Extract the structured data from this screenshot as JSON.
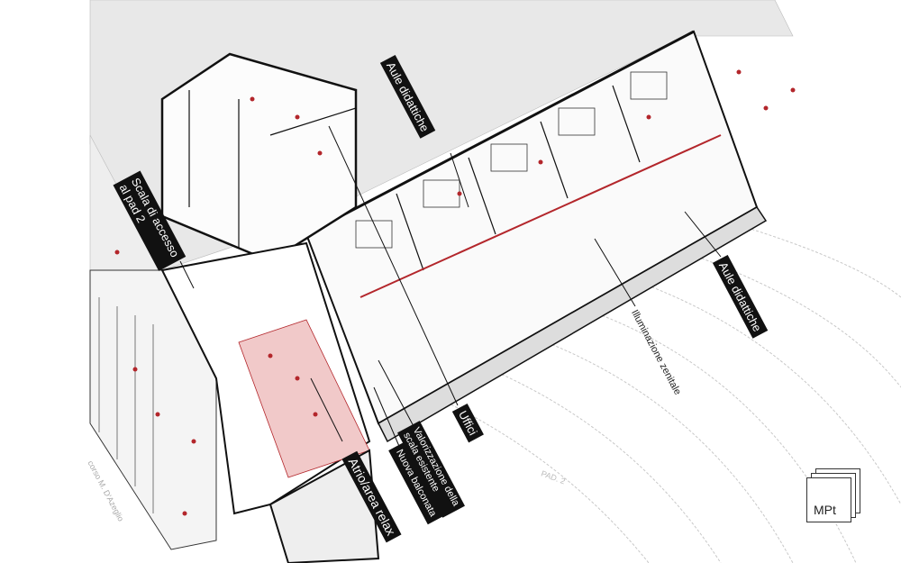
{
  "labels": {
    "aule_top": "Aule didattiche",
    "scala_line1": "Scala di accesso",
    "scala_line2": "al pad 2",
    "aule_right": "Aule didattiche",
    "illuminazione": "Illuminazione zenitale",
    "uffici": "Uffici",
    "valorizzazione_line1": "Valorizzazione della",
    "valorizzazione_line2": "scala esistente",
    "balconata": "Nuova balconata",
    "atrio": "Atrio/area relax"
  },
  "map_text": {
    "street": "corso M. D'Azeglio",
    "pad": "PAD. 2"
  },
  "logo": {
    "text": "MPt"
  },
  "colors": {
    "accent": "#b3262b",
    "label_bg": "#111111",
    "line": "#222222"
  }
}
